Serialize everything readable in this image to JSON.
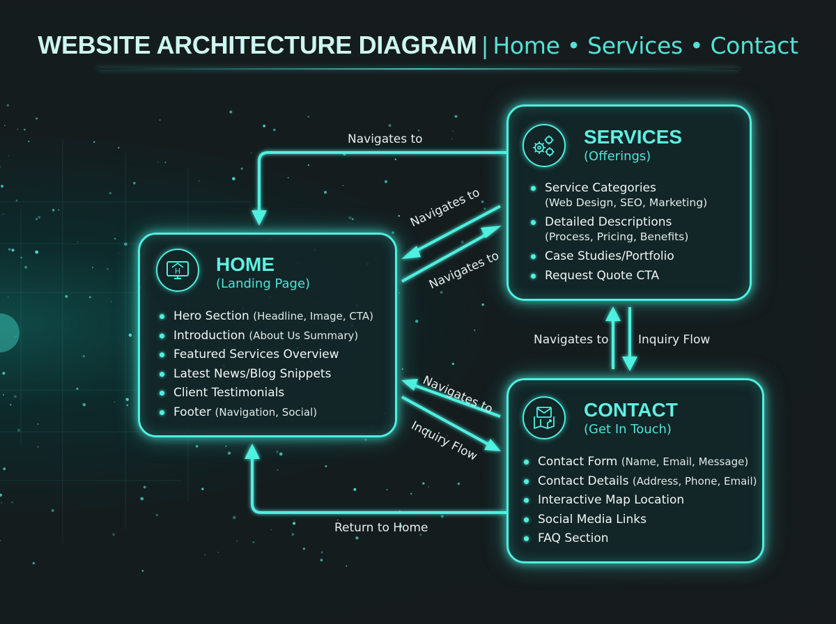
{
  "title": {
    "main": "WEBSITE ARCHITECTURE DIAGRAM",
    "separator": "|",
    "subtitle": "Home • Services • Contact"
  },
  "nodes": {
    "home": {
      "icon": "monitor-home-icon",
      "icon_letter": "H",
      "title": "HOME",
      "subtitle": "(Landing Page)",
      "items": [
        {
          "main": "Hero Section",
          "detail": "(Headline, Image, CTA)"
        },
        {
          "main": "Introduction",
          "detail": "(About Us Summary)"
        },
        {
          "main": "Featured Services Overview",
          "detail": ""
        },
        {
          "main": "Latest News/Blog Snippets",
          "detail": ""
        },
        {
          "main": "Client Testimonials",
          "detail": ""
        },
        {
          "main": "Footer",
          "detail": "(Navigation, Social)"
        }
      ]
    },
    "services": {
      "icon": "gears-icon",
      "title": "SERVICES",
      "subtitle": "(Offerings)",
      "items": [
        {
          "main": "Service Categories",
          "detail": "(Web Design, SEO, Marketing)"
        },
        {
          "main": "Detailed Descriptions",
          "detail": "(Process, Pricing, Benefits)"
        },
        {
          "main": "Case Studies/Portfolio",
          "detail": ""
        },
        {
          "main": "Request Quote CTA",
          "detail": ""
        }
      ]
    },
    "contact": {
      "icon": "envelope-map-icon",
      "title": "CONTACT",
      "subtitle": "(Get In Touch)",
      "items": [
        {
          "main": "Contact Form",
          "detail": "(Name, Email, Message)"
        },
        {
          "main": "Contact Details",
          "detail": "(Address, Phone, Email)"
        },
        {
          "main": "Interactive Map Location",
          "detail": ""
        },
        {
          "main": "Social Media Links",
          "detail": ""
        },
        {
          "main": "FAQ Section",
          "detail": ""
        }
      ]
    }
  },
  "flows": [
    {
      "id": "services-to-home-top",
      "from": "services",
      "to": "home",
      "label": "Navigates to"
    },
    {
      "id": "services-to-home-diag",
      "from": "services",
      "to": "home",
      "label": "Navigates to"
    },
    {
      "id": "home-to-services-diag",
      "from": "home",
      "to": "services",
      "label": "Navigates to"
    },
    {
      "id": "contact-to-services",
      "from": "contact",
      "to": "services",
      "label": "Navigates to"
    },
    {
      "id": "services-to-contact",
      "from": "services",
      "to": "contact",
      "label": "Inquiry Flow"
    },
    {
      "id": "contact-to-home-diag",
      "from": "contact",
      "to": "home",
      "label": "Navigates to"
    },
    {
      "id": "home-to-contact-diag",
      "from": "home",
      "to": "contact",
      "label": "Inquiry Flow"
    },
    {
      "id": "contact-to-home-bottom",
      "from": "contact",
      "to": "home",
      "label": "Return to Home"
    }
  ],
  "colors": {
    "accent": "#4ff0e0",
    "title_text": "#cdf6ef",
    "background": "#171b1d",
    "glow": "#0f4a47"
  }
}
